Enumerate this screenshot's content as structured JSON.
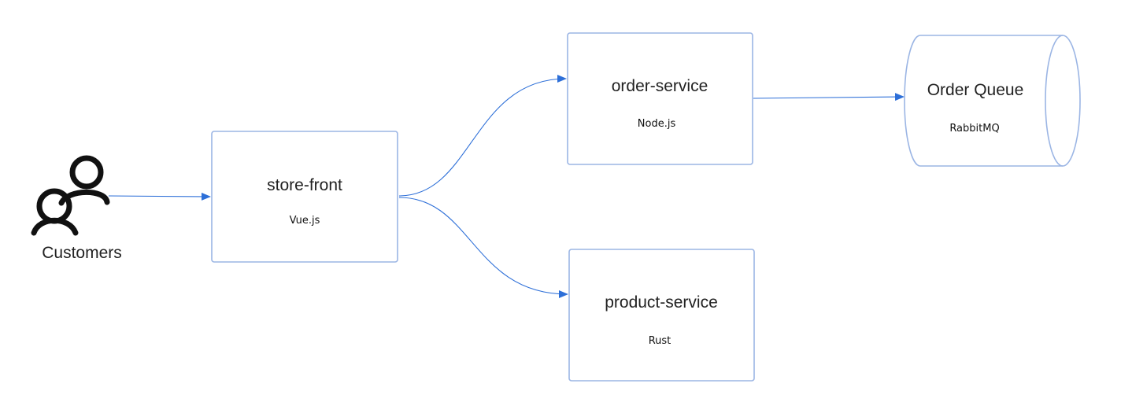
{
  "diagram": {
    "actor": {
      "label": "Customers",
      "icon": "users-icon"
    },
    "nodes": {
      "store_front": {
        "title": "store-front",
        "subtitle": "Vue.js"
      },
      "order_service": {
        "title": "order-service",
        "subtitle": "Node.js"
      },
      "product_service": {
        "title": "product-service",
        "subtitle": "Rust"
      },
      "order_queue": {
        "title": "Order Queue",
        "subtitle": "RabbitMQ",
        "shape": "cylinder"
      }
    },
    "edges": [
      {
        "from": "Customers",
        "to": "store-front"
      },
      {
        "from": "store-front",
        "to": "order-service"
      },
      {
        "from": "store-front",
        "to": "product-service"
      },
      {
        "from": "order-service",
        "to": "Order Queue"
      }
    ],
    "colors": {
      "node_border": "#9bb5e4",
      "edge": "#2d6fd8",
      "text": "#222222",
      "icon": "#111111"
    }
  }
}
